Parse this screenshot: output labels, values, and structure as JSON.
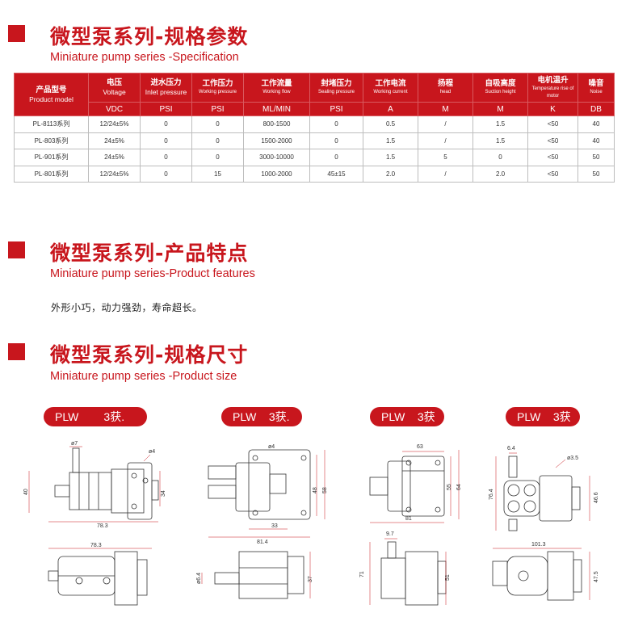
{
  "sections": {
    "spec": {
      "title": "微型泵系列-规格参数",
      "subtitle": "Miniature pump series -Specification"
    },
    "features": {
      "title": "微型泵系列-产品特点",
      "subtitle": "Miniature pump series-Product features",
      "text": "外形小巧，动力强劲，寿命超长。"
    },
    "size": {
      "title": "微型泵系列-规格尺寸",
      "subtitle": "Miniature pump series -Product size"
    }
  },
  "table": {
    "model_header": {
      "zh": "产品型号",
      "en": "Product model"
    },
    "columns": [
      {
        "zh": "电压",
        "en": "Voltage",
        "unit": "VDC"
      },
      {
        "zh": "进水压力",
        "en": "Inlet pressure",
        "unit": "PSI"
      },
      {
        "zh": "工作压力",
        "en": "Working pressure",
        "unit": "PSI"
      },
      {
        "zh": "工作流量",
        "en": "Working flow",
        "unit": "ML/MIN"
      },
      {
        "zh": "封堵压力",
        "en": "Sealing pressure",
        "unit": "PSI"
      },
      {
        "zh": "工作电流",
        "en": "Working current",
        "unit": "A"
      },
      {
        "zh": "扬程",
        "en": "head",
        "unit": "M"
      },
      {
        "zh": "自吸高度",
        "en": "Suction height",
        "unit": "M"
      },
      {
        "zh": "电机温升",
        "en": "Temperature rise of motor",
        "unit": "K"
      },
      {
        "zh": "噪音",
        "en": "Noise",
        "unit": "DB"
      }
    ],
    "rows": [
      [
        "PL-8113系列",
        "12/24±5%",
        "0",
        "0",
        "800-1500",
        "0",
        "0.5",
        "/",
        "1.5",
        "<50",
        "40"
      ],
      [
        "PL-803系列",
        "24±5%",
        "0",
        "0",
        "1500-2000",
        "0",
        "1.5",
        "/",
        "1.5",
        "<50",
        "40"
      ],
      [
        "PL-901系列",
        "24±5%",
        "0",
        "0",
        "3000-10000",
        "0",
        "1.5",
        "5",
        "0",
        "<50",
        "50"
      ],
      [
        "PL-801系列",
        "12/24±5%",
        "0",
        "15",
        "1000-2000",
        "45±15",
        "2.0",
        "/",
        "2.0",
        "<50",
        "50"
      ]
    ]
  },
  "badges": [
    "PLW        3获.",
    "PLW    3获.",
    "PLW    3获",
    "PLW    3获"
  ],
  "dims": {
    "d1": {
      "d7": "ø7",
      "d4": "ø4",
      "h40": "40",
      "h34": "34",
      "w783": "78.3",
      "w783b": "78.3"
    },
    "d2": {
      "d4": "ø4",
      "h48": "48",
      "h58": "58",
      "w33": "33",
      "w814": "81.4",
      "d64": "ø6.4",
      "h37": "37"
    },
    "d3": {
      "w63": "63",
      "h55": "55",
      "h64": "64",
      "w81": "81",
      "w97": "9.7",
      "h71": "71",
      "h51": "51"
    },
    "d4": {
      "w64": "6.4",
      "d35": "ø3.5",
      "h764": "76.4",
      "h466": "46.6",
      "w1013": "101.3",
      "h475": "47.5"
    }
  },
  "colors": {
    "accent": "#c8161d",
    "line": "#333333",
    "dim_line": "#c8161d"
  }
}
